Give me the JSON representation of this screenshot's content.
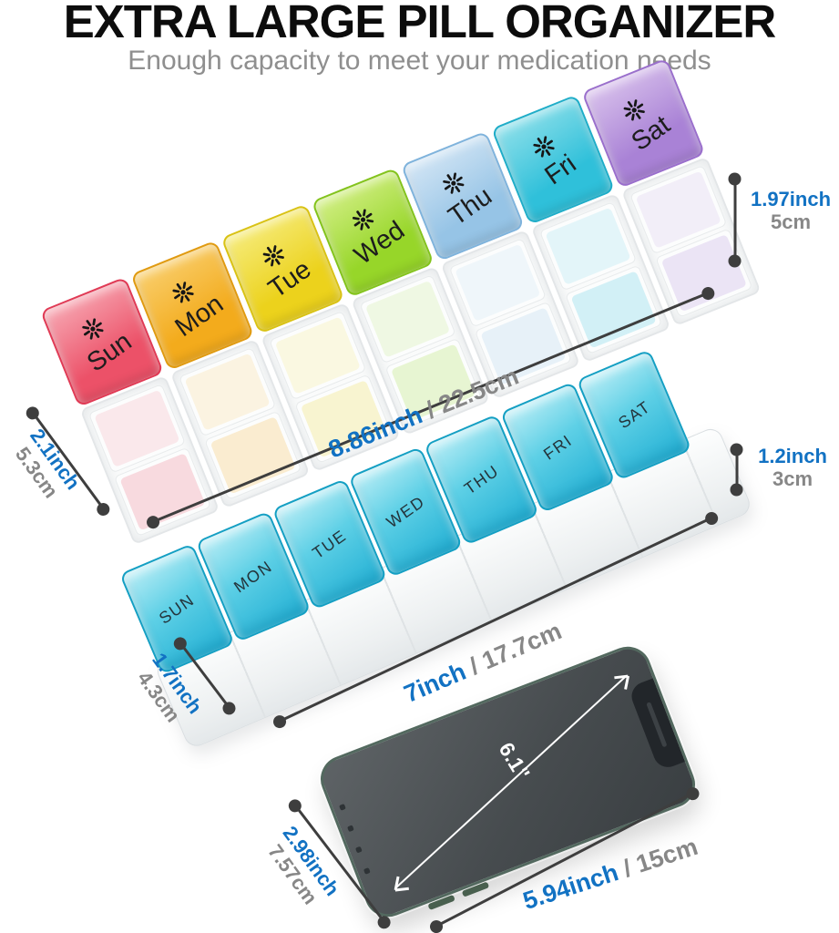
{
  "header": {
    "title": "EXTRA LARGE PILL ORGANIZER",
    "subtitle": "Enough capacity to meet your medication needs"
  },
  "colors": {
    "accent_blue": "#1272c3",
    "metric_gray": "#878787",
    "dim_line": "#3e3e3e"
  },
  "weekly_organizer": {
    "description": "rainbow 7-day XL pill organizer",
    "days": [
      {
        "label": "Sun",
        "lid_top": "#f7a9b4",
        "lid_bottom": "#ec5168",
        "lid_border": "#e03a55"
      },
      {
        "label": "Mon",
        "lid_top": "#f9cf6e",
        "lid_bottom": "#f3ab1c",
        "lid_border": "#e09a10"
      },
      {
        "label": "Tue",
        "lid_top": "#f6ec7d",
        "lid_bottom": "#ecd21c",
        "lid_border": "#d9c214"
      },
      {
        "label": "Wed",
        "lid_top": "#d3ef86",
        "lid_bottom": "#97d629",
        "lid_border": "#83c31c"
      },
      {
        "label": "Thu",
        "lid_top": "#d4e6f5",
        "lid_bottom": "#96c4e6",
        "lid_border": "#7fb3dc"
      },
      {
        "label": "Fri",
        "lid_top": "#8fe0ea",
        "lid_bottom": "#2fc0da",
        "lid_border": "#1fadc8"
      },
      {
        "label": "Sat",
        "lid_top": "#d9c2ec",
        "lid_bottom": "#a982d6",
        "lid_border": "#9a6fcc"
      }
    ]
  },
  "blue_organizer": {
    "description": "blue 7-day travel pill organizer",
    "days": [
      "SUN",
      "MON",
      "TUE",
      "WED",
      "THU",
      "FRI",
      "SAT"
    ]
  },
  "phone": {
    "screen_size_label": "6.1\""
  },
  "dimensions": {
    "organizer_height": {
      "inch": "1.97inch",
      "metric": "5cm"
    },
    "organizer_length": {
      "inch": "8.86inch",
      "metric": " / 22.5cm"
    },
    "organizer_depth": {
      "inch": "2.1inch",
      "metric": "5.3cm"
    },
    "tray_height": {
      "inch": "1.2inch",
      "metric": "3cm"
    },
    "tray_length": {
      "inch": "7inch",
      "metric": " / 17.7cm"
    },
    "tray_depth": {
      "inch": "1.7inch",
      "metric": "4.3cm"
    },
    "phone_width": {
      "inch": "2.98inch",
      "metric": "7.57cm"
    },
    "phone_length": {
      "inch": "5.94inch",
      "metric": " / 15cm"
    }
  }
}
